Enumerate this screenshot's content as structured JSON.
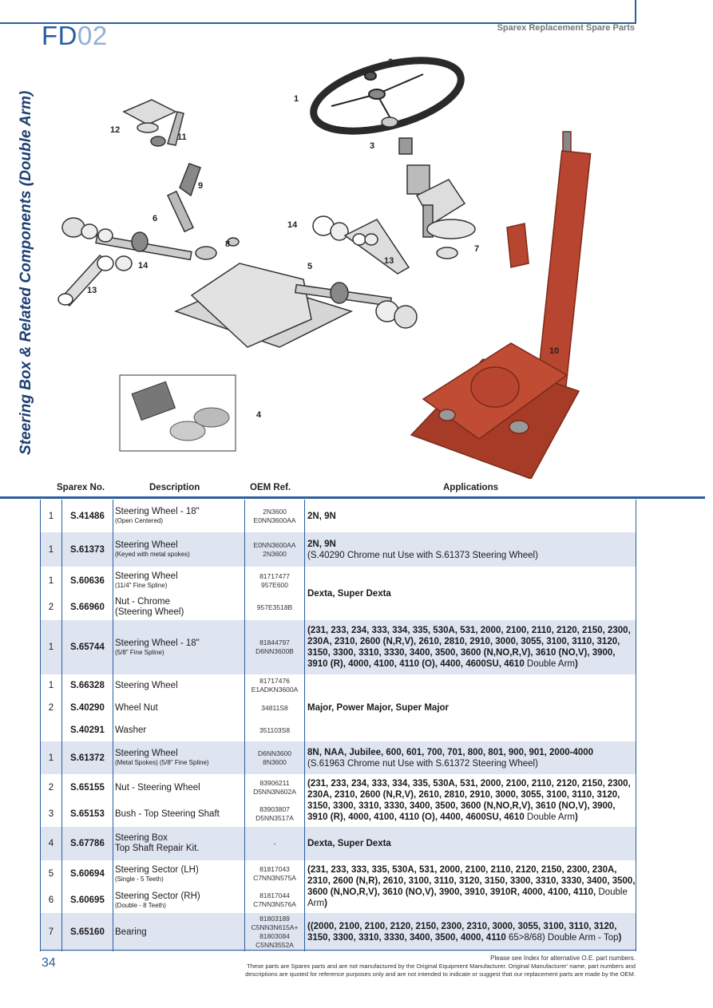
{
  "header": {
    "code_a": "FD",
    "code_b": "02",
    "brand": "Sparex Replacement Spare Parts"
  },
  "side_title": "Steering Box & Related Components (Double Arm)",
  "callouts": [
    "1",
    "2",
    "3",
    "4",
    "5",
    "6",
    "7",
    "8",
    "9",
    "10",
    "11",
    "12",
    "13",
    "13",
    "14",
    "14"
  ],
  "table": {
    "headers": {
      "sparex": "Sparex No.",
      "description": "Description",
      "oem": "OEM Ref.",
      "applications": "Applications"
    },
    "rows": [
      {
        "idx": "1",
        "sparex": "S.41486",
        "desc": "Steering Wheel - 18\"",
        "desc_sub": "(Open Centered)",
        "oem": [
          "2N3600",
          "E0NN3600AA"
        ],
        "app": "2N, 9N"
      },
      {
        "idx": "1",
        "sparex": "S.61373",
        "desc": "Steering Wheel",
        "desc_sub": "(Keyed with metal spokes)",
        "oem": [
          "E0NN3600AA",
          "2N3600"
        ],
        "app_bold": "2N, 9N",
        "app": "(S.40290 Chrome nut Use with S.61373 Steering Wheel)"
      },
      {
        "idx": "1",
        "sparex": "S.60636",
        "desc": "Steering Wheel",
        "desc_sub": "(11/4\" Fine Spline)",
        "oem": [
          "81717477",
          "957E600"
        ],
        "app": "Dexta, Super Dexta"
      },
      {
        "idx": "2",
        "sparex": "S.66960",
        "desc": "Nut - Chrome",
        "desc2": "(Steering Wheel)",
        "oem": [
          "957E3518B"
        ]
      },
      {
        "idx": "1",
        "sparex": "S.65744",
        "desc": "Steering Wheel - 18\"",
        "desc_sub": "(5/8\" Fine Spline)",
        "oem": [
          "81844797",
          "D6NN3600B"
        ],
        "app_bold": "(231, 233, 234, 333, 334, 335, 530A, 531, 2000, 2100, 2110, 2120, 2150, 2300, 230A, 2310, 2600 (N,R,V),  2610, 2810, 2910, 3000, 3055, 3100, 3110, 3120, 3150, 3300, 3310, 3330, 3400, 3500, 3600 (N,NO,R,V), 3610 (NO,V), 3900, 3910 (R), 4000, 4100, 4110 (O), 4400, 4600SU, 4610",
        "app": " Double Arm",
        "app_close": ")"
      },
      {
        "idx": "1",
        "sparex": "S.66328",
        "desc": "Steering Wheel",
        "oem": [
          "81717476",
          "E1ADKN3600A"
        ],
        "app": "Major, Power Major, Super Major"
      },
      {
        "idx": "2",
        "sparex": "S.40290",
        "desc": "Wheel Nut",
        "oem": [
          "34811S8"
        ]
      },
      {
        "idx": "",
        "sparex": "S.40291",
        "desc": "Washer",
        "oem": [
          "351103S8"
        ]
      },
      {
        "idx": "1",
        "sparex": "S.61372",
        "desc": "Steering Wheel",
        "desc_sub": "(Metal Spokes) (5/8\" Fine Spline)",
        "oem": [
          "D6NN3600",
          "8N3600"
        ],
        "app_bold": "8N, NAA, Jubilee, 600, 601, 700, 701, 800, 801, 900, 901, 2000-4000",
        "app": "(S.61963 Chrome nut Use with S.61372 Steering Wheel)"
      },
      {
        "idx": "2",
        "sparex": "S.65155",
        "desc": "Nut - Steering Wheel",
        "oem": [
          "83906211",
          "D5NN3N602A"
        ],
        "app_bold": "(231, 233, 234, 333, 334, 335, 530A, 531, 2000, 2100, 2110, 2120, 2150, 2300, 230A, 2310, 2600 (N,R,V),  2610, 2810, 2910, 3000, 3055, 3100, 3110, 3120, 3150, 3300, 3310, 3330, 3400, 3500, 3600 (N,NO,R,V), 3610 (NO,V), 3900, 3910 (R), 4000, 4100, 4110 (O), 4400, 4600SU, 4610",
        "app": " Double Arm",
        "app_close": ")"
      },
      {
        "idx": "3",
        "sparex": "S.65153",
        "desc": "Bush - Top Steering Shaft",
        "oem": [
          "83903807",
          "D5NN3517A"
        ]
      },
      {
        "idx": "4",
        "sparex": "S.67786",
        "desc": "Steering Box",
        "desc2": "Top Shaft Repair Kit.",
        "oem": [
          "-"
        ],
        "app": "Dexta, Super Dexta"
      },
      {
        "idx": "5",
        "sparex": "S.60694",
        "desc": "Steering Sector (LH)",
        "desc_sub": "(Single - 5 Teeth)",
        "oem": [
          "81817043",
          "C7NN3N575A"
        ],
        "app_bold": "(231, 233, 333, 335, 530A, 531, 2000, 2100, 2110, 2120, 2150, 2300, 230A, 2310, 2600 (N,R), 2610, 3100, 3110, 3120, 3150, 3300, 3310, 3330, 3400, 3500, 3600 (N,NO,R,V), 3610 (NO,V), 3900, 3910, 3910R, 4000, 4100, 4110,",
        "app": " Double Arm",
        "app_close": ")"
      },
      {
        "idx": "6",
        "sparex": "S.60695",
        "desc": "Steering Sector (RH)",
        "desc_sub": "(Double - 8 Teeth)",
        "oem": [
          "81817044",
          "C7NN3N576A"
        ]
      },
      {
        "idx": "7",
        "sparex": "S.65160",
        "desc": "Bearing",
        "oem": [
          "81803189",
          "C5NN3N615A+",
          "81803084",
          "C5NN3552A"
        ],
        "app_bold": "((2000, 2100, 2100, 2120, 2150, 2300, 2310, 3000, 3055, 3100, 3110, 3120, 3150, 3300, 3310, 3330, 3400, 3500, 4000, 4110",
        "app": " 65>8/68) Double Arm - Top",
        "app_close": ")"
      }
    ]
  },
  "footer": {
    "page": "34",
    "line1": "Please see Index for alternative O.E. part numbers.",
    "line2": "These parts are Sparex parts and are not manufactured by the Original Equipment Manufacturer. Original Manufacturer' name, part numbers and",
    "line3": "descriptions are quoted for reference purposes only and are not intended to indicate or suggest that our replacement parts are made by the OEM."
  },
  "colors": {
    "accent": "#2b5f9e",
    "row_shade": "#dfe4f1",
    "part_red": "#b8452f"
  }
}
